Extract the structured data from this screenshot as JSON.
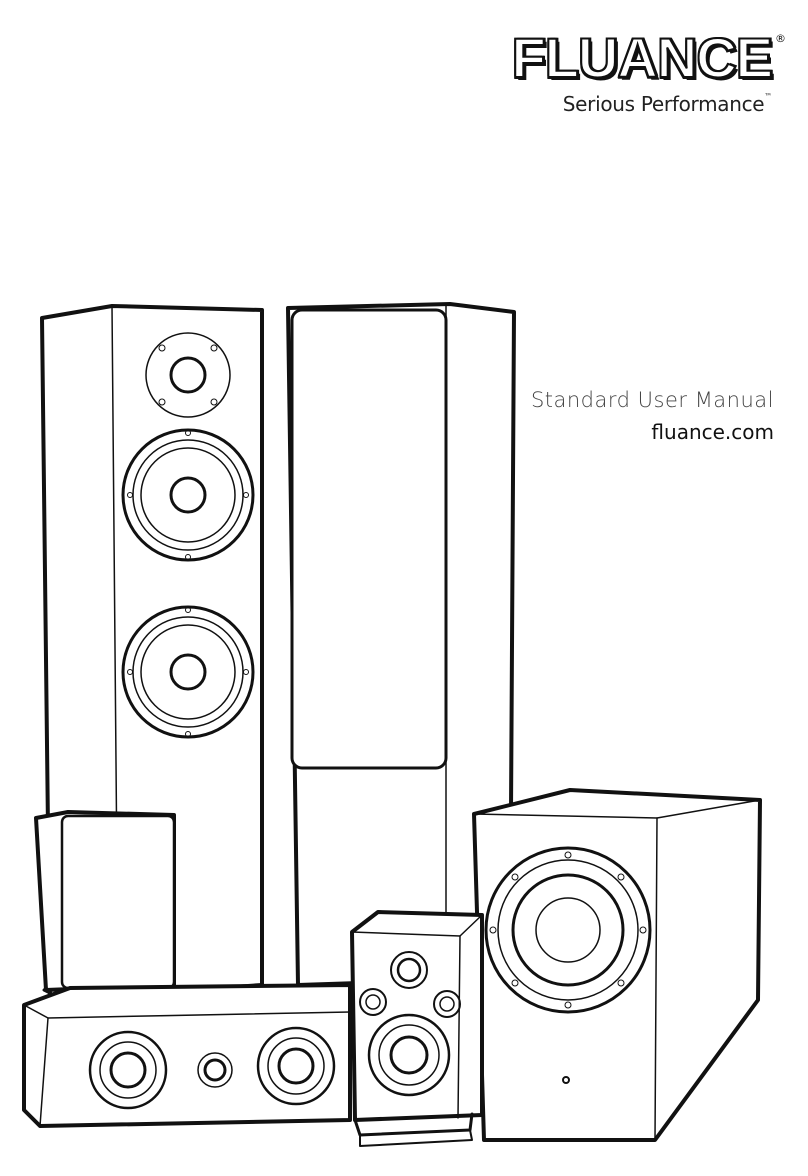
{
  "brand": {
    "name": "FLUANCE",
    "registered_mark": "®",
    "tagline": "Serious Performance",
    "trademark_mark": "™"
  },
  "manual": {
    "title": "Standard User Manual",
    "website": "fluance.com"
  },
  "colors": {
    "ink": "#111111",
    "paper": "#ffffff"
  }
}
